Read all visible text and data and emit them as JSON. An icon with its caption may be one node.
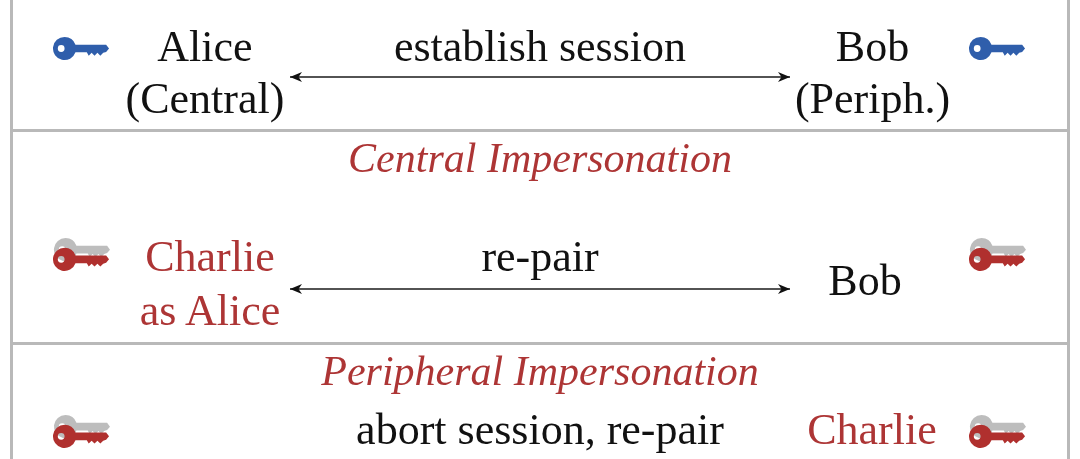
{
  "diagram": {
    "nodes": [
      {
        "text": [],
        "shape": "box"
      },
      {
        "text": [
          "Alice (Central)"
        ],
        "in": 0
      },
      {
        "text": [
          "Bob (Periph.)"
        ],
        "in": 0
      },
      {
        "text": [
          "Central Impersonation"
        ]
      },
      {
        "text": [
          "Charlie as Alice"
        ],
        "in": 3
      },
      {
        "text": [
          "Bob"
        ],
        "in": 3
      },
      {
        "text": [
          "Peripheral Impersonation"
        ]
      }
    ],
    "edges": [
      {
        "from": 1,
        "to": 2,
        "arrow": "both",
        "label": "establish session"
      },
      {
        "from": 4,
        "to": 5,
        "arrow": "both",
        "label": "re-pair"
      }
    ],
    "labels": [
      "abort session, re-pair",
      "Charlie"
    ]
  }
}
